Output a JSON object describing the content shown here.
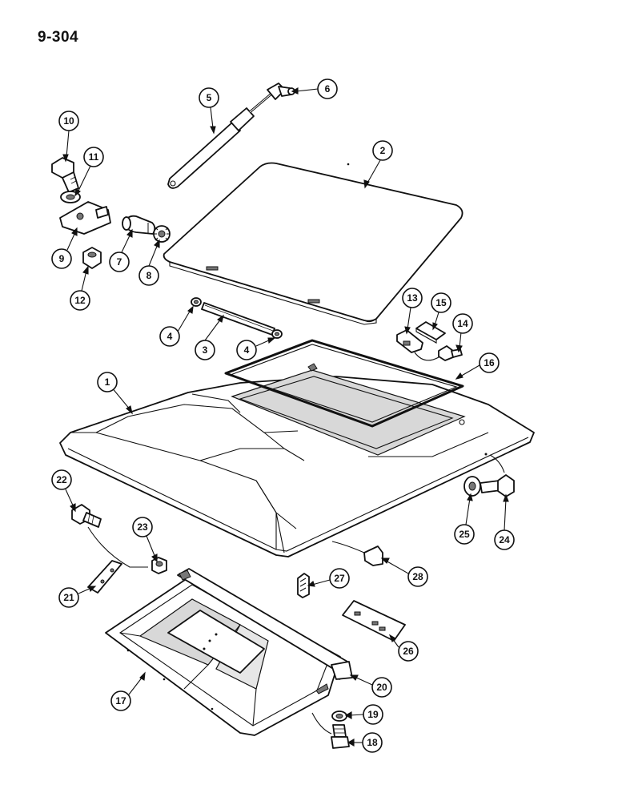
{
  "page_number": "9-304",
  "footer_mark": "",
  "callouts": [
    {
      "label": "1",
      "part": "roof-panel"
    },
    {
      "label": "2",
      "part": "hatch-cover"
    },
    {
      "label": "3",
      "part": "hinge-pin"
    },
    {
      "label": "4",
      "part": "retainer"
    },
    {
      "label": "4",
      "part": "retainer"
    },
    {
      "label": "5",
      "part": "gas-strut"
    },
    {
      "label": "6",
      "part": "ball-socket"
    },
    {
      "label": "7",
      "part": "pivot-pin"
    },
    {
      "label": "8",
      "part": "lock-washer"
    },
    {
      "label": "9",
      "part": "bracket"
    },
    {
      "label": "10",
      "part": "bolt"
    },
    {
      "label": "11",
      "part": "washer"
    },
    {
      "label": "12",
      "part": "nut"
    },
    {
      "label": "13",
      "part": "latch"
    },
    {
      "label": "14",
      "part": "screw"
    },
    {
      "label": "15",
      "part": "plate"
    },
    {
      "label": "16",
      "part": "seal"
    },
    {
      "label": "17",
      "part": "headliner"
    },
    {
      "label": "18",
      "part": "bolt"
    },
    {
      "label": "19",
      "part": "washer"
    },
    {
      "label": "20",
      "part": "trim-strip"
    },
    {
      "label": "21",
      "part": "plate"
    },
    {
      "label": "22",
      "part": "bolt"
    },
    {
      "label": "23",
      "part": "nut"
    },
    {
      "label": "24",
      "part": "bolt"
    },
    {
      "label": "25",
      "part": "washer"
    },
    {
      "label": "26",
      "part": "plate"
    },
    {
      "label": "27",
      "part": "clip"
    },
    {
      "label": "28",
      "part": "bracket"
    }
  ]
}
